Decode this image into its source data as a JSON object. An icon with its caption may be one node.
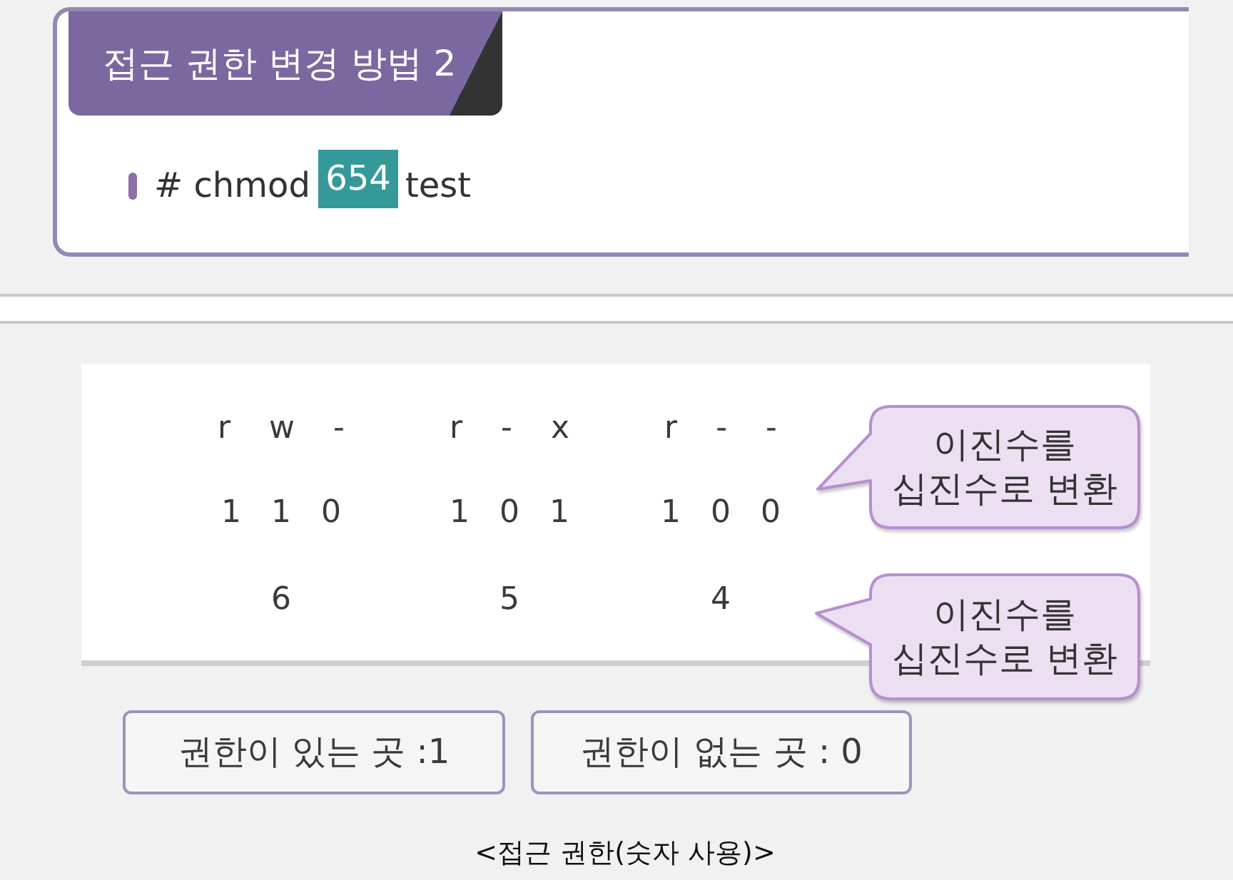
{
  "diagram": {
    "caption": "<접근 권한(숫자 사용)>",
    "nodes": [
      {
        "text": [
          "접근 권한 변경 방법 2",
          "# chmod",
          "test"
        ]
      },
      {
        "text": [
          "654"
        ],
        "in": 0
      },
      {
        "text": [
          "r w -",
          "r - x",
          "r - -",
          "1 1 0",
          "1 0 1",
          "1 0 0",
          "6",
          "5",
          "4"
        ]
      },
      {
        "text": [
          "이진수를 십진수로 변환"
        ],
        "in": 2
      },
      {
        "text": [
          "이진수를 십진수로 변환"
        ]
      },
      {
        "text": [
          "권한이 있는 곳 :1"
        ]
      },
      {
        "text": [
          "권한이 없는 곳 : 0"
        ]
      }
    ]
  }
}
